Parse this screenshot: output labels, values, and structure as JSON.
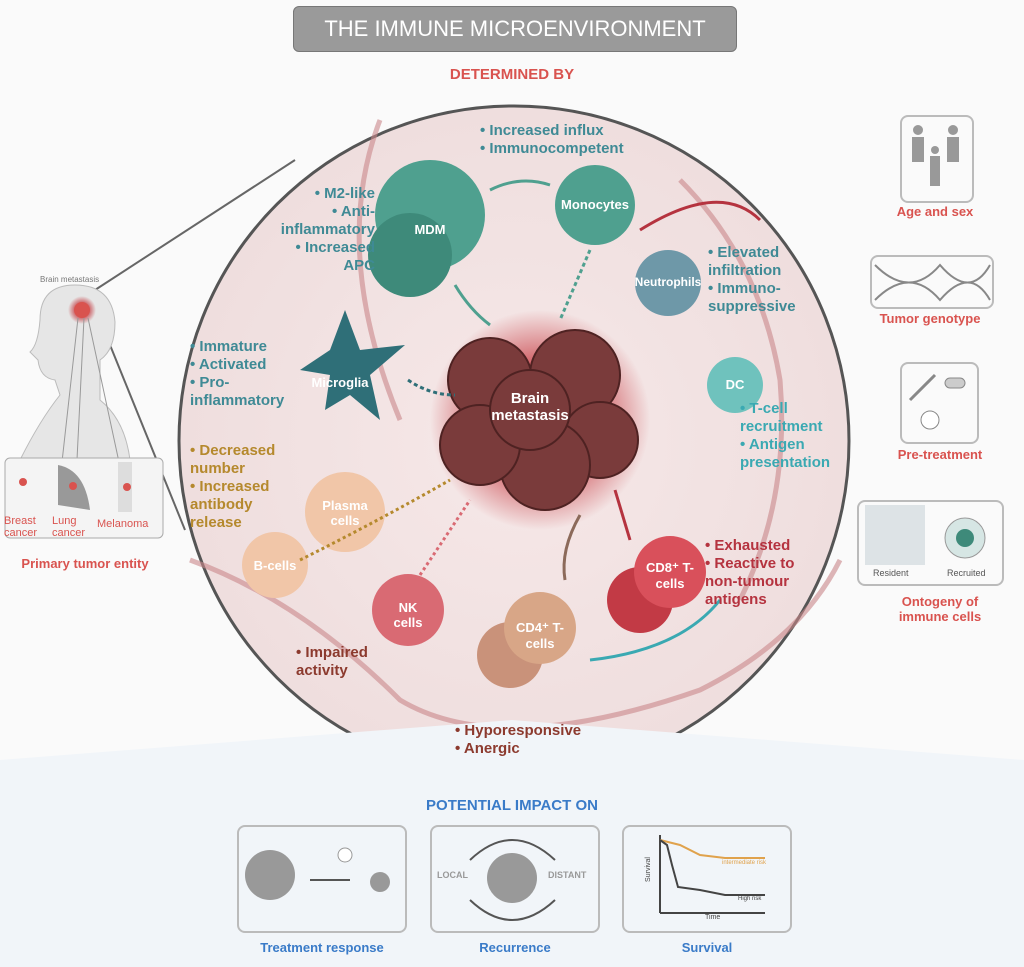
{
  "title": "THE IMMUNE MICROENVIRONMENT",
  "determined_by": "DETERMINED BY",
  "potential_impact": "POTENTIAL IMPACT ON",
  "left": {
    "brain_label": "Brain metastasis",
    "tumors": [
      "Breast cancer",
      "Lung cancer",
      "Melanoma"
    ],
    "caption": "Primary tumor entity"
  },
  "right": {
    "age_sex": "Age and sex",
    "genotype": "Tumor genotype",
    "pretreatment": "Pre-treatment",
    "ontogeny": "Ontogeny of immune cells",
    "resident": "Resident",
    "recruited": "Recruited"
  },
  "center": "Brain metastasis",
  "cells": {
    "mdm": "MDM",
    "monocytes": "Monocytes",
    "neutrophils": "Neutrophils",
    "microglia": "Microglia",
    "dc": "DC",
    "plasma": "Plasma cells",
    "bcells": "B-cells",
    "nk": "NK cells",
    "cd4": "CD4⁺ T-cells",
    "cd8": "CD8⁺ T-cells"
  },
  "notes": {
    "monocytes": [
      "Increased influx",
      "Immunocompetent"
    ],
    "mdm": [
      "M2-like",
      "Anti-inflammatory",
      "Increased APC"
    ],
    "neutrophils": [
      "Elevated infiltration",
      "Immuno-suppressive"
    ],
    "microglia": [
      "Immature",
      "Activated",
      "Pro-inflammatory"
    ],
    "dc": [
      "T-cell recruitment",
      "Antigen presentation"
    ],
    "bcells": [
      "Decreased number",
      "Increased antibody release"
    ],
    "cd8": [
      "Exhausted",
      "Reactive to non-tumour antigens"
    ],
    "nk": [
      "Impaired activity"
    ],
    "cd4": [
      "Hyporesponsive",
      "Anergic"
    ]
  },
  "impact": {
    "treatment": "Treatment response",
    "recurrence": "Recurrence",
    "local": "LOCAL",
    "distant": "DISTANT",
    "survival": "Survival",
    "survival_y": "Survival",
    "survival_x": "Time",
    "intermediate": "intermediate risk",
    "high": "High risk"
  },
  "colors": {
    "teal": "#3f8a95",
    "red": "#d9534f",
    "blue": "#3a7bc8",
    "gold": "#b5892d"
  }
}
